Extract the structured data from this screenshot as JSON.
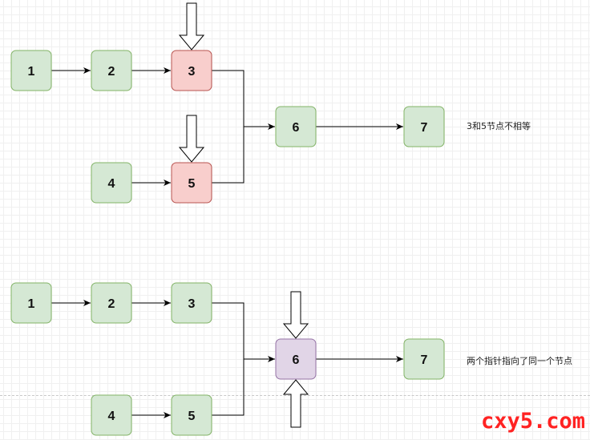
{
  "colors": {
    "normal_fill": "#d5e8d4",
    "normal_stroke": "#82b366",
    "highlight_fill": "#f8cecc",
    "highlight_stroke": "#b85450",
    "merge_fill": "#e1d5e7",
    "merge_stroke": "#9673a6",
    "watermark": "#ff2222"
  },
  "diagram_top": {
    "nodes": [
      {
        "id": "t1",
        "label": "1",
        "style": "normal"
      },
      {
        "id": "t2",
        "label": "2",
        "style": "normal"
      },
      {
        "id": "t3",
        "label": "3",
        "style": "highlight"
      },
      {
        "id": "t4",
        "label": "4",
        "style": "normal"
      },
      {
        "id": "t5",
        "label": "5",
        "style": "highlight"
      },
      {
        "id": "t6",
        "label": "6",
        "style": "normal"
      },
      {
        "id": "t7",
        "label": "7",
        "style": "normal"
      }
    ],
    "note": "3和5节点不相等"
  },
  "diagram_bottom": {
    "nodes": [
      {
        "id": "b1",
        "label": "1",
        "style": "normal"
      },
      {
        "id": "b2",
        "label": "2",
        "style": "normal"
      },
      {
        "id": "b3",
        "label": "3",
        "style": "normal"
      },
      {
        "id": "b4",
        "label": "4",
        "style": "normal"
      },
      {
        "id": "b5",
        "label": "5",
        "style": "normal"
      },
      {
        "id": "b6",
        "label": "6",
        "style": "merge"
      },
      {
        "id": "b7",
        "label": "7",
        "style": "normal"
      }
    ],
    "note": "两个指针指向了同一个节点"
  },
  "watermark": "cxy5.com"
}
